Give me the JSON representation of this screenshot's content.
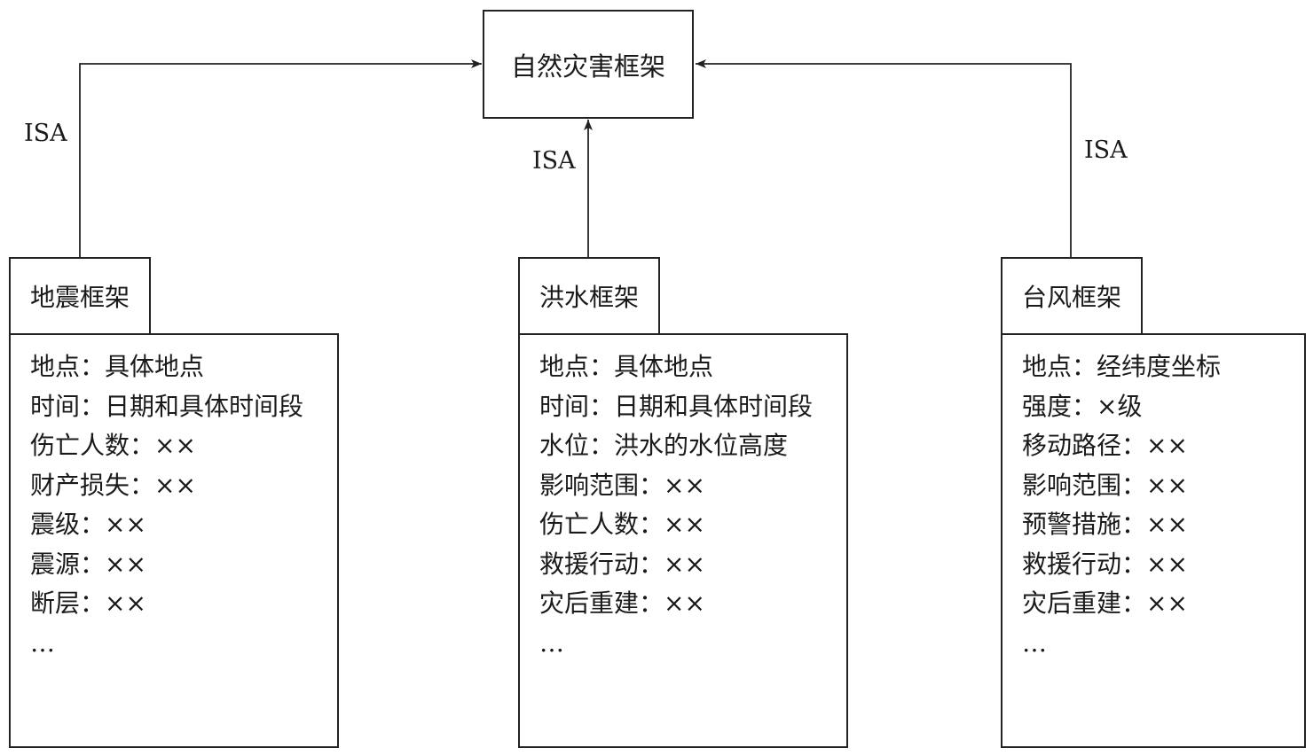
{
  "root": {
    "title": "自然灾害框架"
  },
  "edge_label": "ISA",
  "frames": [
    {
      "title": "地震框架",
      "slots": [
        "地点：具体地点",
        "时间：日期和具体时间段",
        "伤亡人数：××",
        "财产损失：××",
        "震级：××",
        "震源：××",
        "断层：××",
        "…"
      ]
    },
    {
      "title": "洪水框架",
      "slots": [
        "地点：具体地点",
        "时间：日期和具体时间段",
        "水位：洪水的水位高度",
        "影响范围：××",
        "伤亡人数：××",
        "救援行动：××",
        "灾后重建：××",
        "…"
      ]
    },
    {
      "title": "台风框架",
      "slots": [
        "地点：经纬度坐标",
        "强度：×级",
        "移动路径：××",
        "影响范围：××",
        "预警措施：××",
        "救援行动：××",
        "灾后重建：××",
        "…"
      ]
    }
  ]
}
